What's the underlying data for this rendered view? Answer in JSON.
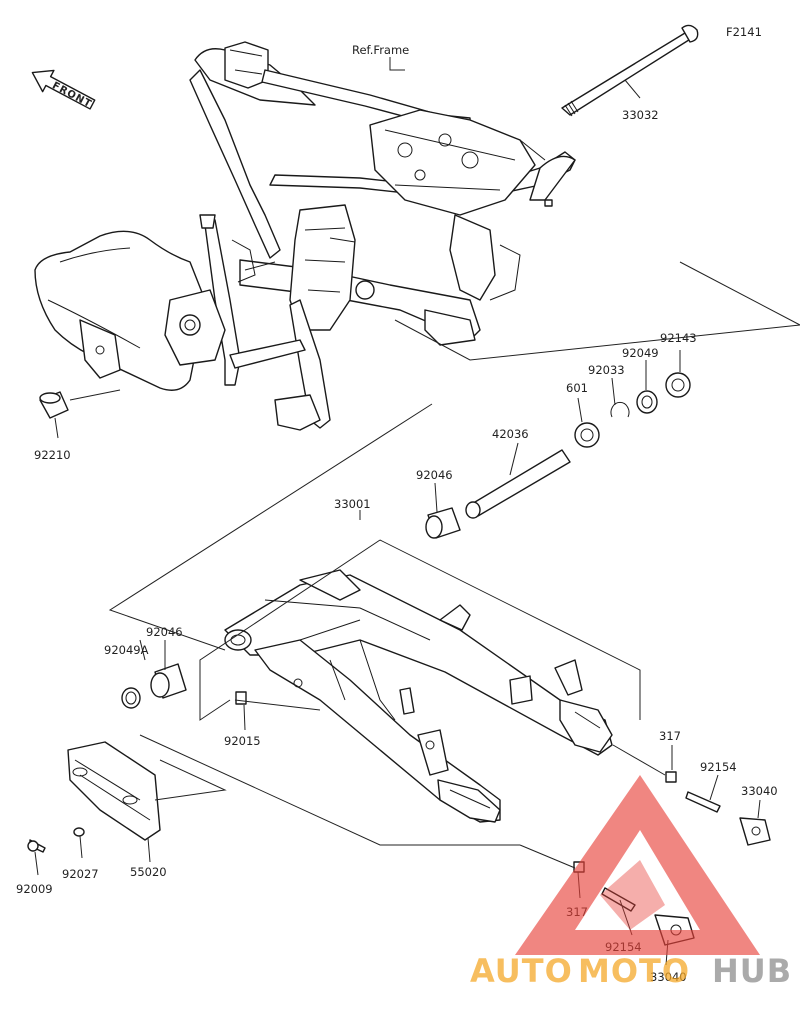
{
  "figure_code": "F2141",
  "front_label": "FRONT",
  "ref_frame": "Ref.Frame",
  "parts": {
    "p33032": "33032",
    "p92143": "92143",
    "p92049": "92049",
    "p92033": "92033",
    "p601": "601",
    "p42036": "42036",
    "p92046_top": "92046",
    "p33001": "33001",
    "p92210": "92210",
    "p92046_left": "92046",
    "p92049A": "92049A",
    "p92015": "92015",
    "p317_right": "317",
    "p92154_right": "92154",
    "p33040_right": "33040",
    "p317_bottom": "317",
    "p92154_bottom": "92154",
    "p33040_bottom": "33040",
    "p92009": "92009",
    "p92027": "92027",
    "p55020": "55020"
  },
  "watermark": {
    "auto": "AUTO",
    "moto": "MOTO",
    "hub": "HUB",
    "color": "#e8413a",
    "orange": "#f5a623",
    "grey": "#8a8a8a"
  }
}
